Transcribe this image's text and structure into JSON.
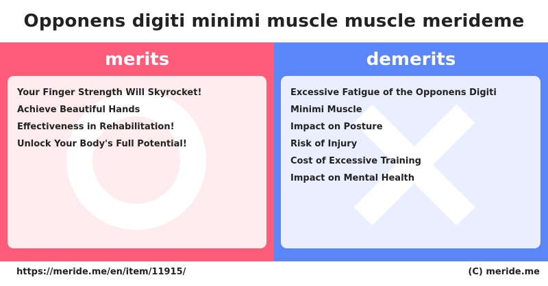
{
  "title": "Opponens digiti minimi muscle muscle merideme",
  "merits": {
    "heading": "merits",
    "items": [
      "Your Finger Strength Will Skyrocket!",
      "Achieve Beautiful Hands",
      "Effectiveness in Rehabilitation!",
      "Unlock Your Body's Full Potential!"
    ],
    "icon": "circle-icon",
    "color": "#ff5c7a"
  },
  "demerits": {
    "heading": "demerits",
    "items": [
      "Excessive Fatigue of the Opponens Digiti Minimi Muscle",
      "Impact on Posture",
      "Risk of Injury",
      "Cost of Excessive Training",
      "Impact on Mental Health"
    ],
    "icon": "cross-icon",
    "color": "#5b86f7"
  },
  "footer": {
    "url": "https://meride.me/en/item/11915/",
    "copyright": "(C) meride.me"
  }
}
